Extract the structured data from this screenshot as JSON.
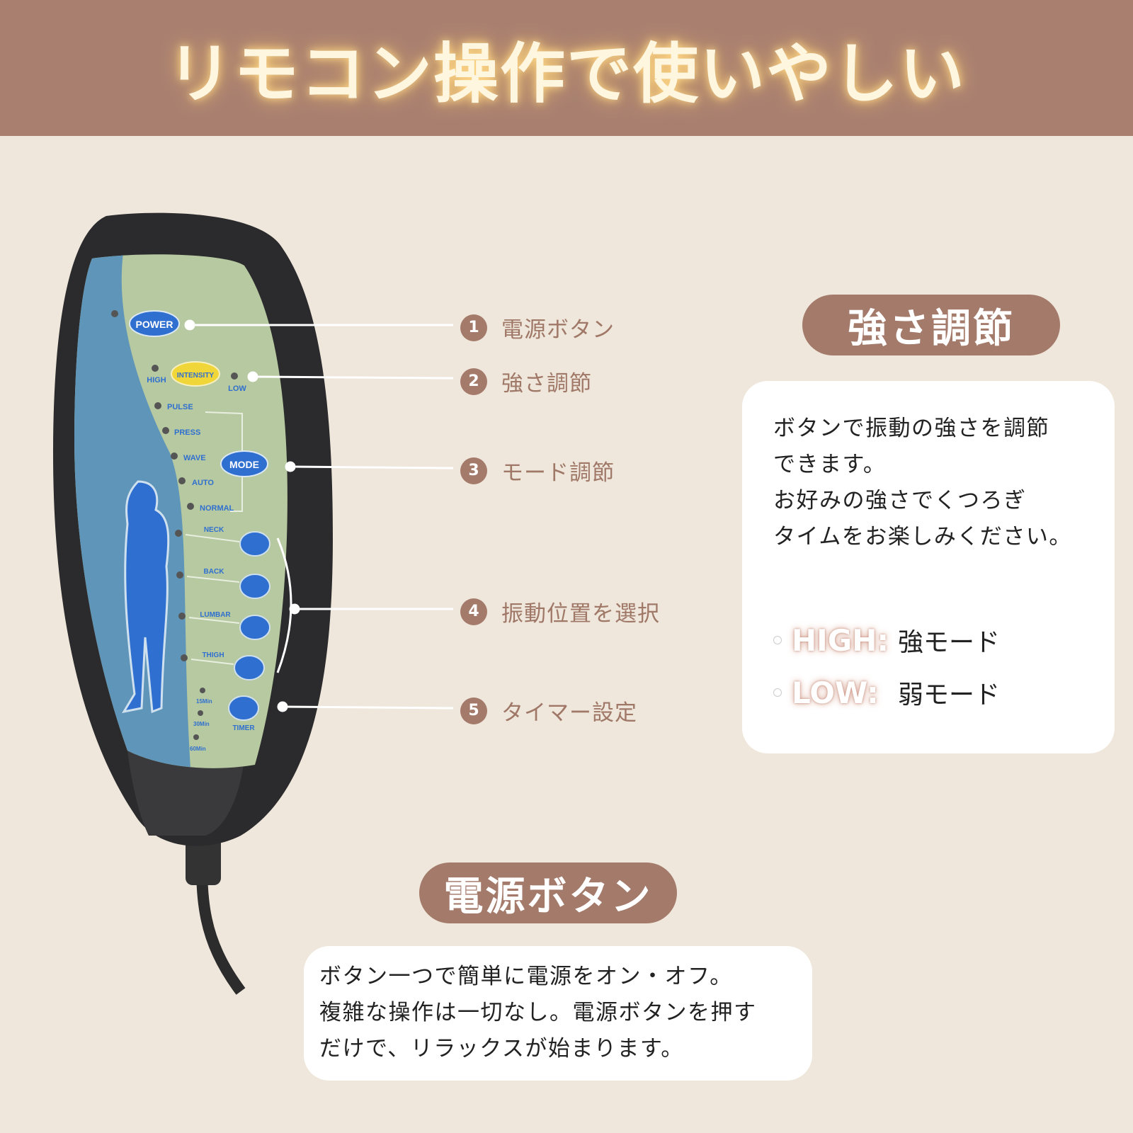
{
  "header": {
    "title": "リモコン操作で使いやしい"
  },
  "remote": {
    "buttons": {
      "power": "POWER",
      "intensity": "INTENSITY",
      "mode": "MODE",
      "timer": "TIMER"
    },
    "intensity_levels": [
      "HIGH",
      "LOW"
    ],
    "modes": [
      "PULSE",
      "PRESS",
      "WAVE",
      "AUTO",
      "NORMAL"
    ],
    "positions": [
      "NECK",
      "BACK",
      "LUMBAR",
      "THIGH"
    ],
    "timer_options": [
      "15Min",
      "30Min",
      "60Min"
    ]
  },
  "callouts": [
    {
      "number": "1",
      "label": "電源ボタン"
    },
    {
      "number": "2",
      "label": "強さ調節"
    },
    {
      "number": "3",
      "label": "モード調節"
    },
    {
      "number": "4",
      "label": "振動位置を選択"
    },
    {
      "number": "5",
      "label": "タイマー設定"
    }
  ],
  "intensity_section": {
    "title": "強さ調節",
    "description": [
      "ボタンで振動の強さを調節",
      "できます。",
      "お好みの強さでくつろぎ",
      "タイムをお楽しみください。"
    ],
    "modes": [
      {
        "key": "HIGH:",
        "value": "強モード"
      },
      {
        "key": "LOW:",
        "value": "弱モード"
      }
    ]
  },
  "power_section": {
    "title": "電源ボタン",
    "description": [
      "ボタン一つで簡単に電源をオン・オフ。",
      "複雑な操作は一切なし。電源ボタンを押す",
      "だけで、リラックスが始まります。"
    ]
  },
  "colors": {
    "header": "#a98070",
    "background": "#efe7db",
    "accent": "#a47a6b",
    "panel_green": "#b7c9a0",
    "panel_blue": "#5f95b8",
    "button_blue": "#2f6fd0",
    "intensity_yellow": "#f1d63a"
  }
}
